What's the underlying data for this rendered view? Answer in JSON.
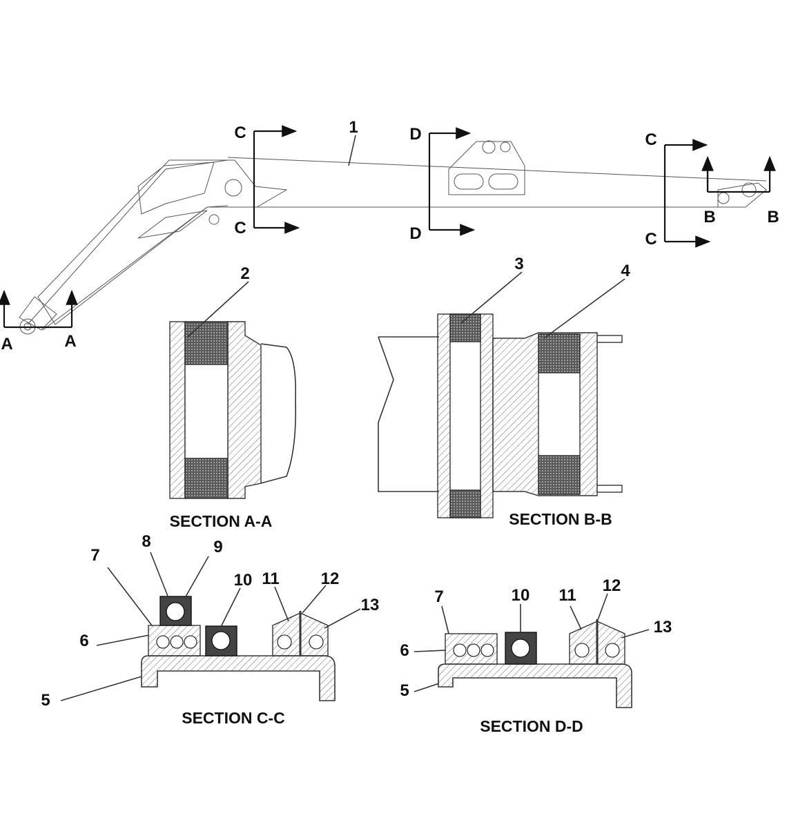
{
  "callouts": {
    "n1": "1",
    "n2": "2",
    "n3": "3",
    "n4": "4",
    "n5": "5",
    "n6": "6",
    "n7": "7",
    "n8": "8",
    "n9": "9",
    "n10": "10",
    "n11": "11",
    "n12": "12",
    "n13": "13"
  },
  "section_marks": {
    "a": "A",
    "b": "B",
    "c": "C",
    "d": "D"
  },
  "section_titles": {
    "aa": "SECTION A-A",
    "bb": "SECTION B-B",
    "cc": "SECTION C-C",
    "dd": "SECTION D-D"
  }
}
